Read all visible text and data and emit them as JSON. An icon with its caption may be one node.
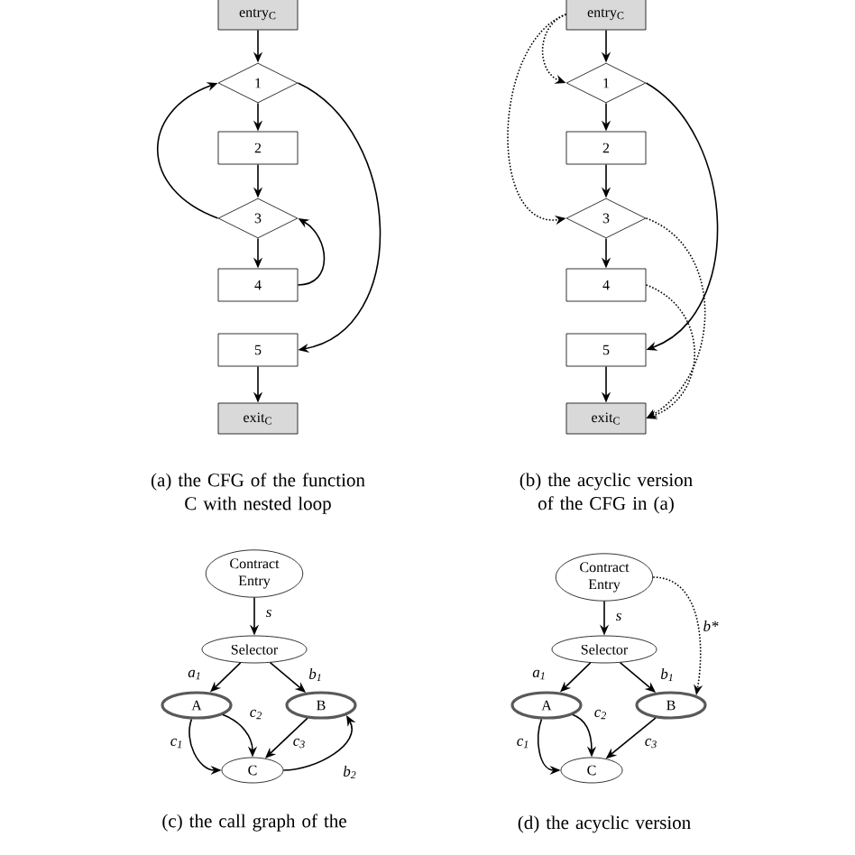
{
  "diagram": {
    "nodes": [
      {
        "text": [
          "entry$_{C}$"
        ]
      },
      {
        "text": [
          "1"
        ]
      },
      {
        "text": [
          "2"
        ]
      },
      {
        "text": [
          "3"
        ]
      },
      {
        "text": [
          "4"
        ]
      },
      {
        "text": [
          "5"
        ]
      },
      {
        "text": [
          "exit$_{C}$"
        ]
      },
      {
        "text": [
          "entry$_{C}$"
        ]
      },
      {
        "text": [
          "1"
        ]
      },
      {
        "text": [
          "2"
        ]
      },
      {
        "text": [
          "3"
        ]
      },
      {
        "text": [
          "4"
        ]
      },
      {
        "text": [
          "5"
        ]
      },
      {
        "text": [
          "exit$_{C}$"
        ]
      },
      {
        "text": [
          "Contract Entry"
        ]
      },
      {
        "text": [
          "Selector"
        ]
      },
      {
        "text": [
          "A"
        ]
      },
      {
        "text": [
          "B"
        ]
      },
      {
        "text": [
          "C"
        ]
      },
      {
        "text": [
          "Contract Entry"
        ]
      },
      {
        "text": [
          "Selector"
        ]
      },
      {
        "text": [
          "A"
        ]
      },
      {
        "text": [
          "B"
        ]
      },
      {
        "text": [
          "C"
        ]
      }
    ],
    "edges": [
      {
        "from": 0,
        "to": 1,
        "arrow": "to"
      },
      {
        "from": 1,
        "to": 2,
        "arrow": "to"
      },
      {
        "from": 2,
        "to": 3,
        "arrow": "to"
      },
      {
        "from": 3,
        "to": 4,
        "arrow": "to"
      },
      {
        "from": 3,
        "to": 1,
        "arrow": "to"
      },
      {
        "from": 4,
        "to": 3,
        "arrow": "to"
      },
      {
        "from": 1,
        "to": 5,
        "arrow": "to"
      },
      {
        "from": 5,
        "to": 6,
        "arrow": "to"
      },
      {
        "from": 7,
        "to": 8,
        "arrow": "to"
      },
      {
        "from": 8,
        "to": 9,
        "arrow": "to"
      },
      {
        "from": 9,
        "to": 10,
        "arrow": "to"
      },
      {
        "from": 10,
        "to": 11,
        "arrow": "to"
      },
      {
        "from": 12,
        "to": 13,
        "arrow": "to"
      },
      {
        "from": 8,
        "to": 12,
        "arrow": "to"
      },
      {
        "from": 7,
        "to": 8,
        "arrow": "to",
        "style": "dashed"
      },
      {
        "from": 7,
        "to": 10,
        "arrow": "to",
        "style": "dashed"
      },
      {
        "from": 10,
        "to": 13,
        "arrow": "to",
        "style": "dashed"
      },
      {
        "from": 11,
        "to": 13,
        "arrow": "to",
        "style": "dashed"
      },
      {
        "from": 14,
        "to": 15,
        "arrow": "to",
        "label": "s"
      },
      {
        "from": 15,
        "to": 16,
        "arrow": "to",
        "label": "a$_{1}$"
      },
      {
        "from": 15,
        "to": 17,
        "arrow": "to",
        "label": "b$_{1}$"
      },
      {
        "from": 16,
        "to": 18,
        "arrow": "to",
        "label": "c$_{1}$"
      },
      {
        "from": 16,
        "to": 18,
        "arrow": "to",
        "label": "c$_{2}$"
      },
      {
        "from": 17,
        "to": 18,
        "arrow": "to",
        "label": "c$_{3}$"
      },
      {
        "from": 18,
        "to": 17,
        "arrow": "to",
        "label": "b$_{2}$"
      },
      {
        "from": 19,
        "to": 20,
        "arrow": "to",
        "label": "s"
      },
      {
        "from": 20,
        "to": 21,
        "arrow": "to",
        "label": "a$_{1}$"
      },
      {
        "from": 20,
        "to": 22,
        "arrow": "to",
        "label": "b$_{1}$"
      },
      {
        "from": 21,
        "to": 23,
        "arrow": "to",
        "label": "c$_{1}$"
      },
      {
        "from": 21,
        "to": 23,
        "arrow": "to",
        "label": "c$_{2}$"
      },
      {
        "from": 22,
        "to": 23,
        "arrow": "to",
        "label": "c$_{3}$"
      },
      {
        "from": 19,
        "to": 22,
        "arrow": "to",
        "label": "b*",
        "style": "dashed"
      }
    ],
    "labels": [
      "(a) the CFG of the function C with nested loop",
      "(b) the acyclic version of the CFG in (a)",
      "(c) the call graph of the",
      "(d) the acyclic version"
    ]
  }
}
